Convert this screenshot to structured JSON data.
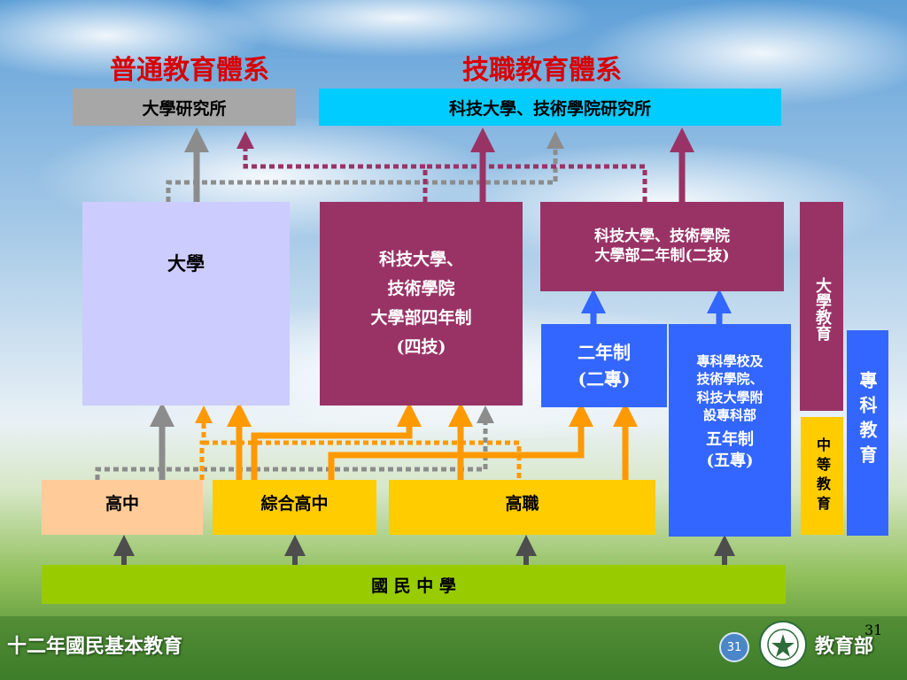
{
  "titles": {
    "general": "普通教育體系",
    "vocational": "技職教育體系"
  },
  "boxes": {
    "grad_school": "大學研究所",
    "tech_grad": "科技大學、技術學院研究所",
    "university": "大學",
    "four_year": [
      "科技大學、",
      "技術學院",
      "大學部四年制",
      "(四技)"
    ],
    "two_year_univ": [
      "科技大學、技術學院",
      "大學部二年制(二技)"
    ],
    "two_year": [
      "二年制",
      "(二專)"
    ],
    "five_year": [
      "專科學校及",
      "技術學院、",
      "科技大學附",
      "設專科部",
      "五年制",
      "(五專)"
    ],
    "univ_edu_vertical": "大學教育",
    "secondary_vertical": "中等教育",
    "junior_college_vertical": "專科教育",
    "high_school": "高中",
    "comprehensive": "綜合高中",
    "vocational_high": "高職",
    "junior_high": "國 民 中 學"
  },
  "footer": {
    "left": "十二年國民基本教育",
    "page_circle": "31",
    "page_corner": "31",
    "ministry": "教育部"
  },
  "colors": {
    "title_red": "#d80000",
    "grey_box": "#a7a7a7",
    "cyan_box": "#00ccff",
    "lavender_box": "#ccccff",
    "maroon_box": "#993366",
    "blue_box": "#3366ff",
    "peach_box": "#ffcc99",
    "yellow_box": "#ffcc00",
    "green_bar": "#99cc00",
    "arrow_grey": "#8c8c8c",
    "arrow_maroon": "#993366",
    "arrow_orange": "#ff9900",
    "arrow_blue": "#3366ff",
    "arrow_dark": "#4d4d4d"
  },
  "icons": {
    "logo": "ministry-of-education-seal"
  }
}
